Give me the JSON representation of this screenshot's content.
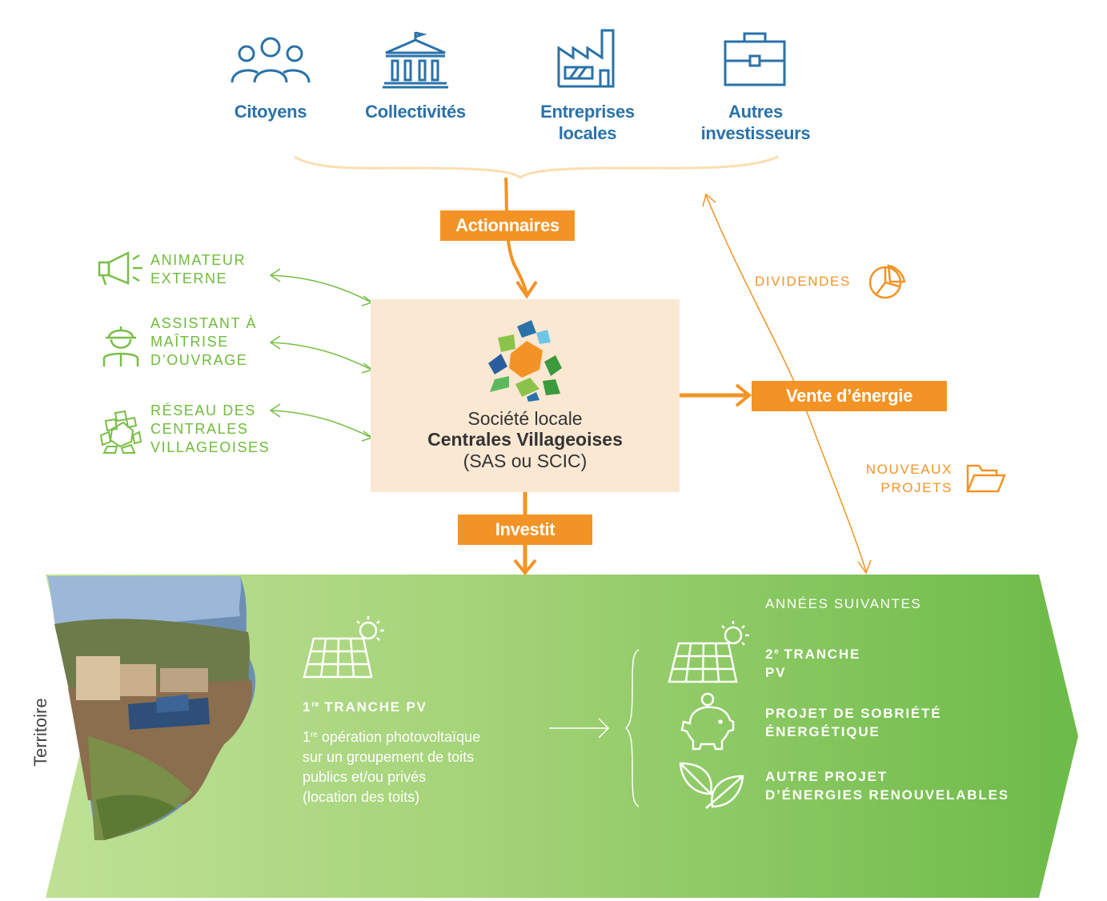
{
  "stakeholders": [
    {
      "label": "Citoyens",
      "icon": "people-icon"
    },
    {
      "label": "Collectivités",
      "icon": "town-hall-icon"
    },
    {
      "label": "Entreprises\nlocales",
      "icon": "factory-icon"
    },
    {
      "label": "Autres\ninvestisseurs",
      "icon": "briefcase-icon"
    }
  ],
  "flow": {
    "shareholders_label": "Actionnaires",
    "sale_label": "Vente d’énergie",
    "invest_label": "Investit",
    "dividends_label": "DIVIDENDES",
    "new_projects_label": "NOUVEAUX\nPROJETS"
  },
  "company": {
    "line1": "Société locale",
    "line2": "Centrales Villageoises",
    "line3": "(SAS ou SCIC)"
  },
  "partners": [
    {
      "label": "ANIMATEUR\nEXTERNE",
      "icon": "megaphone-icon"
    },
    {
      "label": "ASSISTANT À\nMAÎTRISE\nD’OUVRAGE",
      "icon": "worker-helmet-icon"
    },
    {
      "label": "RÉSEAU DES\nCENTRALES\nVILLAGEOISES",
      "icon": "network-logo-icon"
    }
  ],
  "territory": {
    "side_label": "Territoire",
    "first_phase_num": "1",
    "first_phase_sup": "re",
    "first_phase_title": " TRANCHE PV",
    "first_desc_num": "1",
    "first_desc_sup": "re",
    "first_desc_line1": " opération photovoltaïque",
    "first_desc_rest": "sur un groupement de toits\npublics et/ou privés\n(location des toits)",
    "following_years": "ANNÉES SUIVANTES",
    "second_phase_num": "2",
    "second_phase_sup": "e",
    "second_phase_title": " TRANCHE\nPV",
    "sobriety": "PROJET DE SOBRIÉTÉ\nÉNERGÉTIQUE",
    "renewable": "AUTRE PROJET\nD’ÉNERGIES RENOUVELABLES"
  },
  "colors": {
    "blue": "#2a72a8",
    "orange": "#f39325",
    "green": "#6fbb3c",
    "beige": "#fbe8d3",
    "territory_light": "#b7dc8c",
    "territory_dark": "#6cbb48"
  }
}
